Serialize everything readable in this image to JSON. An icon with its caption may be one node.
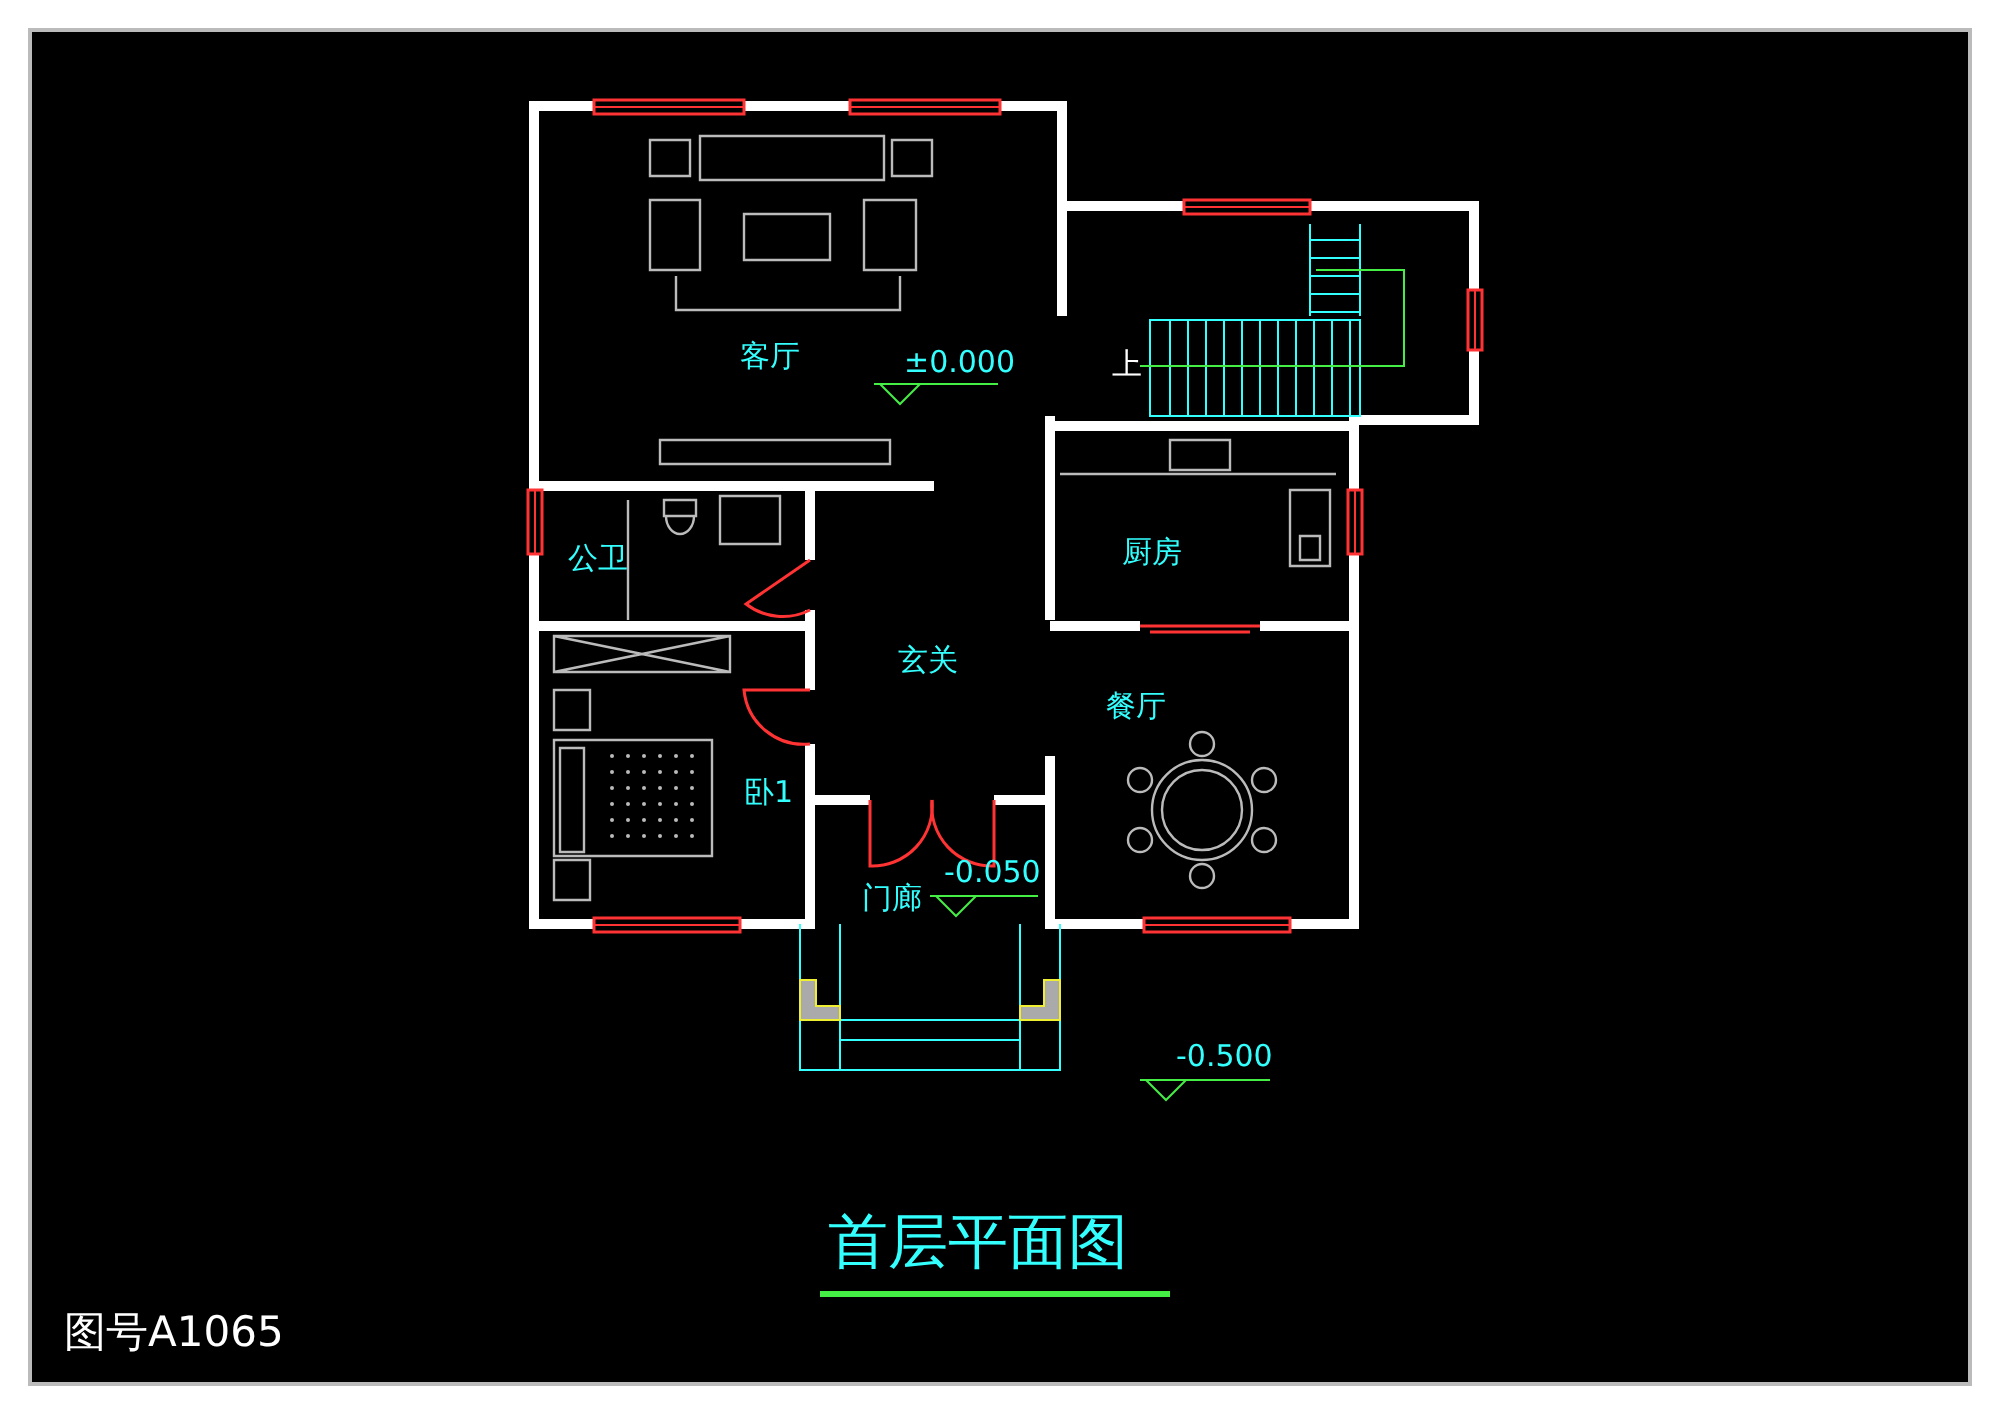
{
  "diagram": {
    "title": "首层平面图",
    "labels": [
      "客厅",
      "±0.000",
      "上",
      "公卫",
      "厨房",
      "玄关",
      "餐厅",
      "卧1",
      "-0.050",
      "门廊",
      "-0.500",
      "图号A1065"
    ]
  }
}
